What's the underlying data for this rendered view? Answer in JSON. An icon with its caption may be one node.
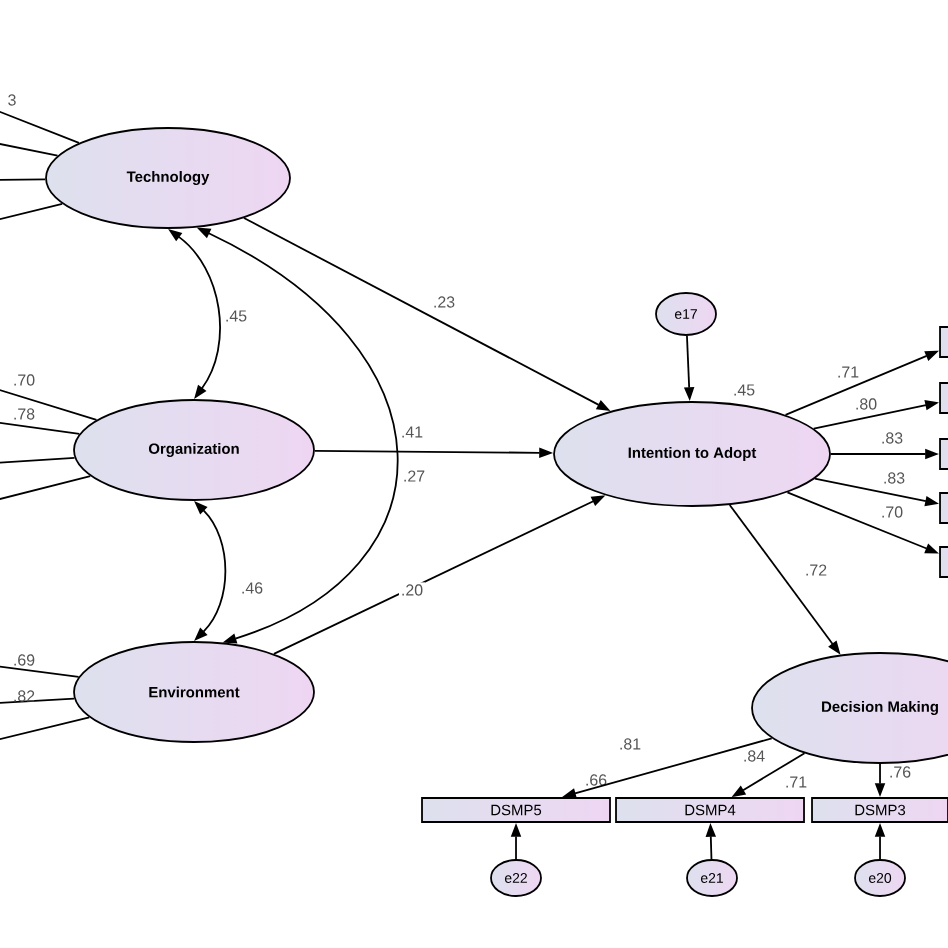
{
  "diagram": {
    "nodes": [
      {
        "text": [
          "Technology"
        ]
      },
      {
        "text": [
          "Organization"
        ]
      },
      {
        "text": [
          "Environment"
        ]
      },
      {
        "text": [
          "Intention to Adopt"
        ],
        "beside": [
          ".45"
        ]
      },
      {
        "text": [
          "e17"
        ]
      },
      {
        "text": [
          "Decision Making"
        ]
      },
      {
        "text": [
          "DSMP5"
        ],
        "beside": [
          ".66"
        ]
      },
      {
        "text": [
          "DSMP4"
        ],
        "beside": [
          ".71"
        ]
      },
      {
        "text": [
          "DSMP3"
        ]
      },
      {
        "text": [
          "e22"
        ]
      },
      {
        "text": [
          "e21"
        ]
      },
      {
        "text": [
          "e20"
        ]
      },
      {
        "text": [],
        "shape": "box"
      },
      {
        "text": [],
        "shape": "box"
      },
      {
        "text": [],
        "shape": "box"
      },
      {
        "text": [],
        "shape": "box"
      },
      {
        "text": [],
        "shape": "box"
      }
    ],
    "edges": [
      {
        "from": 0,
        "to": 3,
        "arrow": "to",
        "label": ".23"
      },
      {
        "from": 1,
        "to": 3,
        "arrow": "to",
        "label": ".41"
      },
      {
        "from": 2,
        "to": 3,
        "arrow": "to",
        "label": ".20"
      },
      {
        "from": 4,
        "to": 3,
        "arrow": "to"
      },
      {
        "from": 3,
        "to": 5,
        "arrow": "to",
        "label": ".72"
      },
      {
        "from": 5,
        "to": 6,
        "arrow": "to",
        "label": ".81"
      },
      {
        "from": 5,
        "to": 7,
        "arrow": "to",
        "label": ".84"
      },
      {
        "from": 5,
        "to": 8,
        "arrow": "to",
        "label": ".76"
      },
      {
        "from": 9,
        "to": 6,
        "arrow": "to"
      },
      {
        "from": 10,
        "to": 7,
        "arrow": "to"
      },
      {
        "from": 11,
        "to": 8,
        "arrow": "to"
      },
      {
        "from": 0,
        "to": 1,
        "arrow": "both",
        "label": ".45"
      },
      {
        "from": 1,
        "to": 2,
        "arrow": "both",
        "label": ".46"
      },
      {
        "from": 0,
        "to": 2,
        "arrow": "both",
        "label": ".27"
      },
      {
        "from": 3,
        "to": 12,
        "arrow": "to",
        "label": ".71"
      },
      {
        "from": 3,
        "to": 13,
        "arrow": "to",
        "label": ".80"
      },
      {
        "from": 3,
        "to": 14,
        "arrow": "to",
        "label": ".83"
      },
      {
        "from": 3,
        "to": 15,
        "arrow": "to",
        "label": ".83"
      },
      {
        "from": 3,
        "to": 16,
        "arrow": "to",
        "label": ".70"
      },
      {
        "from": 0,
        "to": null,
        "arrow": "none"
      },
      {
        "from": 0,
        "to": null,
        "arrow": "none"
      },
      {
        "from": 0,
        "to": null,
        "arrow": "none"
      },
      {
        "from": 0,
        "to": null,
        "arrow": "none"
      },
      {
        "from": 1,
        "to": null,
        "arrow": "none"
      },
      {
        "from": 1,
        "to": null,
        "arrow": "none"
      },
      {
        "from": 1,
        "to": null,
        "arrow": "none"
      },
      {
        "from": 1,
        "to": null,
        "arrow": "none"
      },
      {
        "from": 2,
        "to": null,
        "arrow": "none"
      },
      {
        "from": 2,
        "to": null,
        "arrow": "none"
      },
      {
        "from": 2,
        "to": null,
        "arrow": "none"
      }
    ],
    "labels": [
      "3",
      ".70",
      ".78",
      ".69",
      ".82"
    ]
  }
}
